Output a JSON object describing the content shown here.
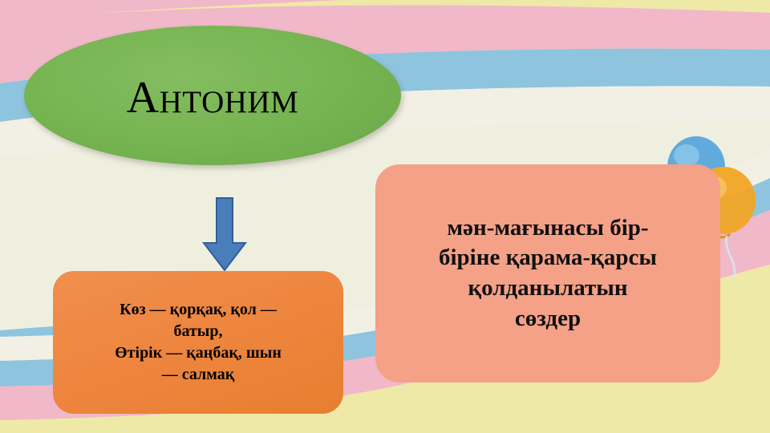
{
  "slide": {
    "title": "Антоним",
    "definition_box": {
      "text": "мән-мағынасы бір-\nбіріне қарама-қарсы\nқолданылатын\nсөздер"
    },
    "examples_box": {
      "text": "Көз — қорқақ, қол —\nбатыр,\nӨтірік — қаңбақ, шын\n— салмақ"
    },
    "arrow": {
      "direction": "down"
    },
    "colors": {
      "title_ellipse": "#76b451",
      "examples_box": "#ef8742",
      "definition_box": "#f4a188",
      "arrow": "#4a7ebb",
      "background": "#efefe0",
      "band_pink": "#f0b8c8",
      "band_blue": "#8ec4de",
      "band_yellow": "#efe9a8",
      "balloon_blue": "#4f9fd4",
      "balloon_orange": "#f2a725"
    }
  }
}
